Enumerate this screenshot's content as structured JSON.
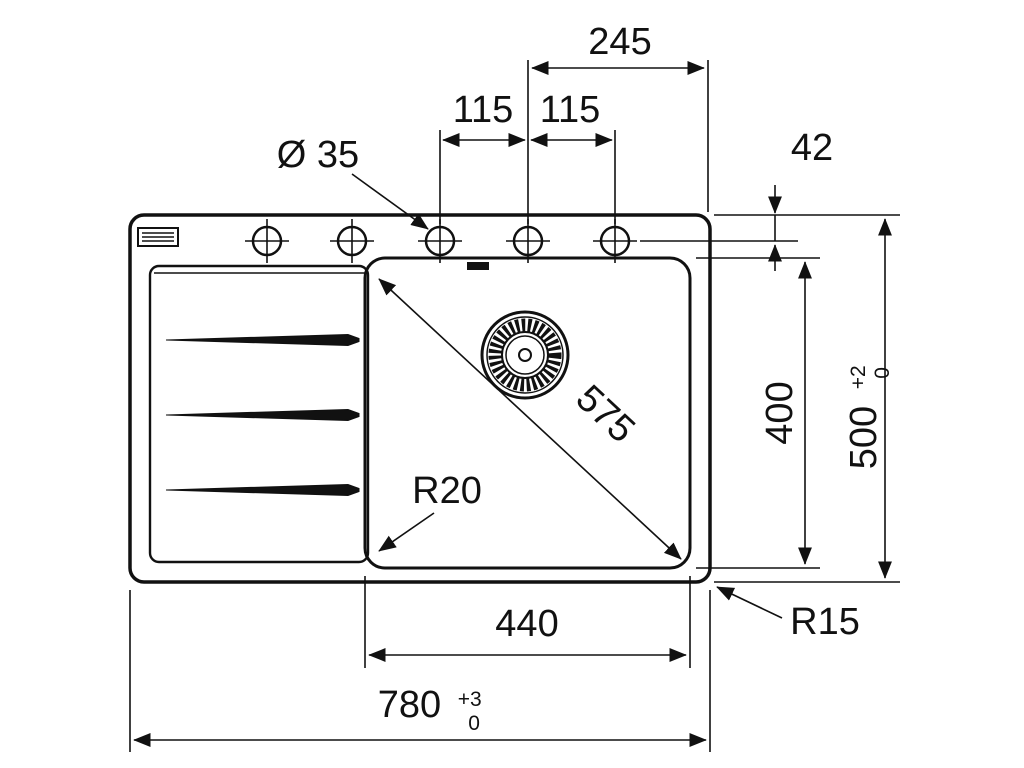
{
  "drawing": {
    "line_color": "#111111",
    "background_color": "#ffffff",
    "labels": {
      "tap_hole_span": "245",
      "tap_hole_pitch_left": "115",
      "tap_hole_pitch_right": "115",
      "tap_hole_diameter": "Ø 35",
      "edge_to_tap_holes": "42",
      "bowl_diagonal": "575",
      "bowl_corner_radius": "R20",
      "bowl_depth": "400",
      "overall_depth": "500",
      "overall_depth_tol_upper": "+2",
      "overall_depth_tol_lower": "0",
      "bowl_width": "440",
      "outer_corner_radius": "R15",
      "overall_width": "780",
      "overall_width_tol_upper": "+3",
      "overall_width_tol_lower": "0"
    }
  }
}
